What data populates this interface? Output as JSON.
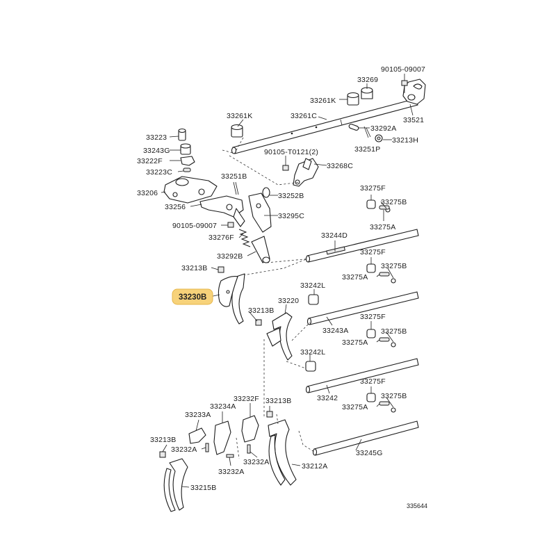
{
  "diagram_id": "335644",
  "highlight_part": "33230B",
  "labels": {
    "p90105_09007_top": "90105-09007",
    "p33269": "33269",
    "p33261k_a": "33261K",
    "p33261k_b": "33261K",
    "p33261c": "33261C",
    "p33521": "33521",
    "p33292a": "33292A",
    "p33213h": "33213H",
    "p33251p": "33251P",
    "p90105_t0121": "90105-T0121(2)",
    "p33268c": "33268C",
    "p33223": "33223",
    "p33243g": "33243G",
    "p33222f": "33222F",
    "p33223c": "33223C",
    "p33206": "33206",
    "p33251b": "33251B",
    "p33252b": "33252B",
    "p33256": "33256",
    "p33295c": "33295C",
    "p90105_09007_mid": "90105-09007",
    "p33276f": "33276F",
    "p33292b": "33292B",
    "p33275f_1": "33275F",
    "p33275b_1": "33275B",
    "p33275a_1": "33275A",
    "p33244d": "33244D",
    "p33275f_2": "33275F",
    "p33275b_2": "33275B",
    "p33275a_2": "33275A",
    "p33213b_1": "33213B",
    "p33230b": "33230B",
    "p33242l_1": "33242L",
    "p33213b_2": "33213B",
    "p33220": "33220",
    "p33243a": "33243A",
    "p33275f_3": "33275F",
    "p33275b_3": "33275B",
    "p33275a_3": "33275A",
    "p33242l_2": "33242L",
    "p33275f_4": "33275F",
    "p33242": "33242",
    "p33275b_4": "33275B",
    "p33275a_4": "33275A",
    "p33232f": "33232F",
    "p33213b_3": "33213B",
    "p33234a": "33234A",
    "p33233a": "33233A",
    "p33213b_4": "33213B",
    "p33232a_1": "33232A",
    "p33232a_2": "33232A",
    "p33232a_3": "33232A",
    "p33212a": "33212A",
    "p33245g": "33245G",
    "p33215b": "33215B"
  }
}
